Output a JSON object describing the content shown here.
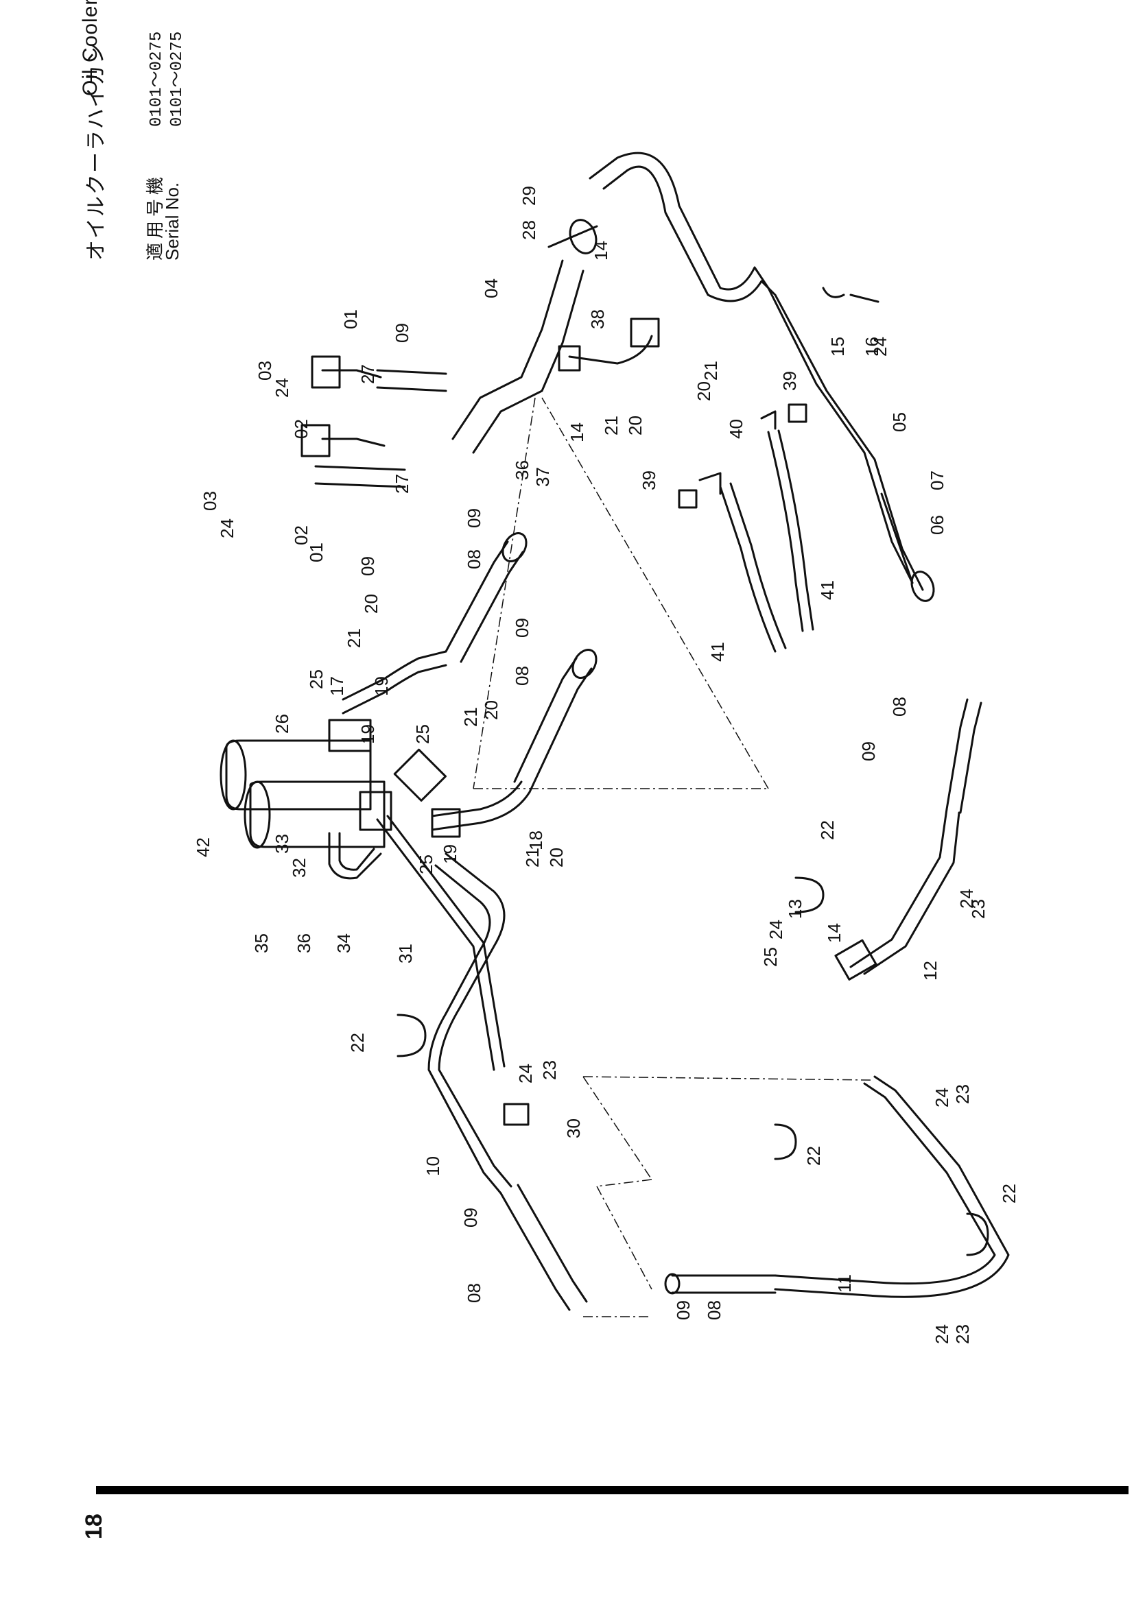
{
  "header": {
    "title_ja": "オイルクーラハイカン",
    "title_en": "Oil Cooler Piping",
    "serial_ja_label": "適用号機",
    "serial_en_label": "Serial No.",
    "serial_ja_range": "0101～0275",
    "serial_en_range": "0101～0275"
  },
  "page": {
    "number": "18"
  },
  "colors": {
    "ink": "#111111",
    "rule": "#000000"
  },
  "callouts": [
    {
      "id": "c01a",
      "label": "01"
    },
    {
      "id": "c01b",
      "label": "01"
    },
    {
      "id": "c02a",
      "label": "02"
    },
    {
      "id": "c02b",
      "label": "02"
    },
    {
      "id": "c03a",
      "label": "03"
    },
    {
      "id": "c03b",
      "label": "03"
    },
    {
      "id": "c04",
      "label": "04"
    },
    {
      "id": "c05",
      "label": "05"
    },
    {
      "id": "c06",
      "label": "06"
    },
    {
      "id": "c07",
      "label": "07"
    },
    {
      "id": "c08a",
      "label": "08"
    },
    {
      "id": "c08b",
      "label": "08"
    },
    {
      "id": "c08c",
      "label": "08"
    },
    {
      "id": "c08d",
      "label": "08"
    },
    {
      "id": "c08e",
      "label": "08"
    },
    {
      "id": "c09a",
      "label": "09"
    },
    {
      "id": "c09b",
      "label": "09"
    },
    {
      "id": "c09c",
      "label": "09"
    },
    {
      "id": "c09d",
      "label": "09"
    },
    {
      "id": "c09e",
      "label": "09"
    },
    {
      "id": "c09f",
      "label": "09"
    },
    {
      "id": "c09g",
      "label": "09"
    },
    {
      "id": "c10",
      "label": "10"
    },
    {
      "id": "c11",
      "label": "11"
    },
    {
      "id": "c12",
      "label": "12"
    },
    {
      "id": "c13",
      "label": "13"
    },
    {
      "id": "c14a",
      "label": "14"
    },
    {
      "id": "c14b",
      "label": "14"
    },
    {
      "id": "c14c",
      "label": "14"
    },
    {
      "id": "c15",
      "label": "15"
    },
    {
      "id": "c16",
      "label": "16"
    },
    {
      "id": "c17",
      "label": "17"
    },
    {
      "id": "c18",
      "label": "18"
    },
    {
      "id": "c19a",
      "label": "19"
    },
    {
      "id": "c19b",
      "label": "19"
    },
    {
      "id": "c19c",
      "label": "19"
    },
    {
      "id": "c20a",
      "label": "20"
    },
    {
      "id": "c20b",
      "label": "20"
    },
    {
      "id": "c20c",
      "label": "20"
    },
    {
      "id": "c20d",
      "label": "20"
    },
    {
      "id": "c20e",
      "label": "20"
    },
    {
      "id": "c21a",
      "label": "21"
    },
    {
      "id": "c21b",
      "label": "21"
    },
    {
      "id": "c21c",
      "label": "21"
    },
    {
      "id": "c21d",
      "label": "21"
    },
    {
      "id": "c21e",
      "label": "21"
    },
    {
      "id": "c22a",
      "label": "22"
    },
    {
      "id": "c22b",
      "label": "22"
    },
    {
      "id": "c22c",
      "label": "22"
    },
    {
      "id": "c22d",
      "label": "22"
    },
    {
      "id": "c23a",
      "label": "23"
    },
    {
      "id": "c23b",
      "label": "23"
    },
    {
      "id": "c23c",
      "label": "23"
    },
    {
      "id": "c23d",
      "label": "23"
    },
    {
      "id": "c24a",
      "label": "24"
    },
    {
      "id": "c24b",
      "label": "24"
    },
    {
      "id": "c24c",
      "label": "24"
    },
    {
      "id": "c24d",
      "label": "24"
    },
    {
      "id": "c24e",
      "label": "24"
    },
    {
      "id": "c24f",
      "label": "24"
    },
    {
      "id": "c24g",
      "label": "24"
    },
    {
      "id": "c24h",
      "label": "24"
    },
    {
      "id": "c25a",
      "label": "25"
    },
    {
      "id": "c25b",
      "label": "25"
    },
    {
      "id": "c25c",
      "label": "25"
    },
    {
      "id": "c25d",
      "label": "25"
    },
    {
      "id": "c26",
      "label": "26"
    },
    {
      "id": "c27a",
      "label": "27"
    },
    {
      "id": "c27b",
      "label": "27"
    },
    {
      "id": "c28",
      "label": "28"
    },
    {
      "id": "c29",
      "label": "29"
    },
    {
      "id": "c30",
      "label": "30"
    },
    {
      "id": "c31",
      "label": "31"
    },
    {
      "id": "c32",
      "label": "32"
    },
    {
      "id": "c33",
      "label": "33"
    },
    {
      "id": "c34",
      "label": "34"
    },
    {
      "id": "c35",
      "label": "35"
    },
    {
      "id": "c36a",
      "label": "36"
    },
    {
      "id": "c36b",
      "label": "36"
    },
    {
      "id": "c37",
      "label": "37"
    },
    {
      "id": "c38",
      "label": "38"
    },
    {
      "id": "c39a",
      "label": "39"
    },
    {
      "id": "c39b",
      "label": "39"
    },
    {
      "id": "c40",
      "label": "40"
    },
    {
      "id": "c41a",
      "label": "41"
    },
    {
      "id": "c41b",
      "label": "41"
    },
    {
      "id": "c42",
      "label": "42"
    }
  ]
}
